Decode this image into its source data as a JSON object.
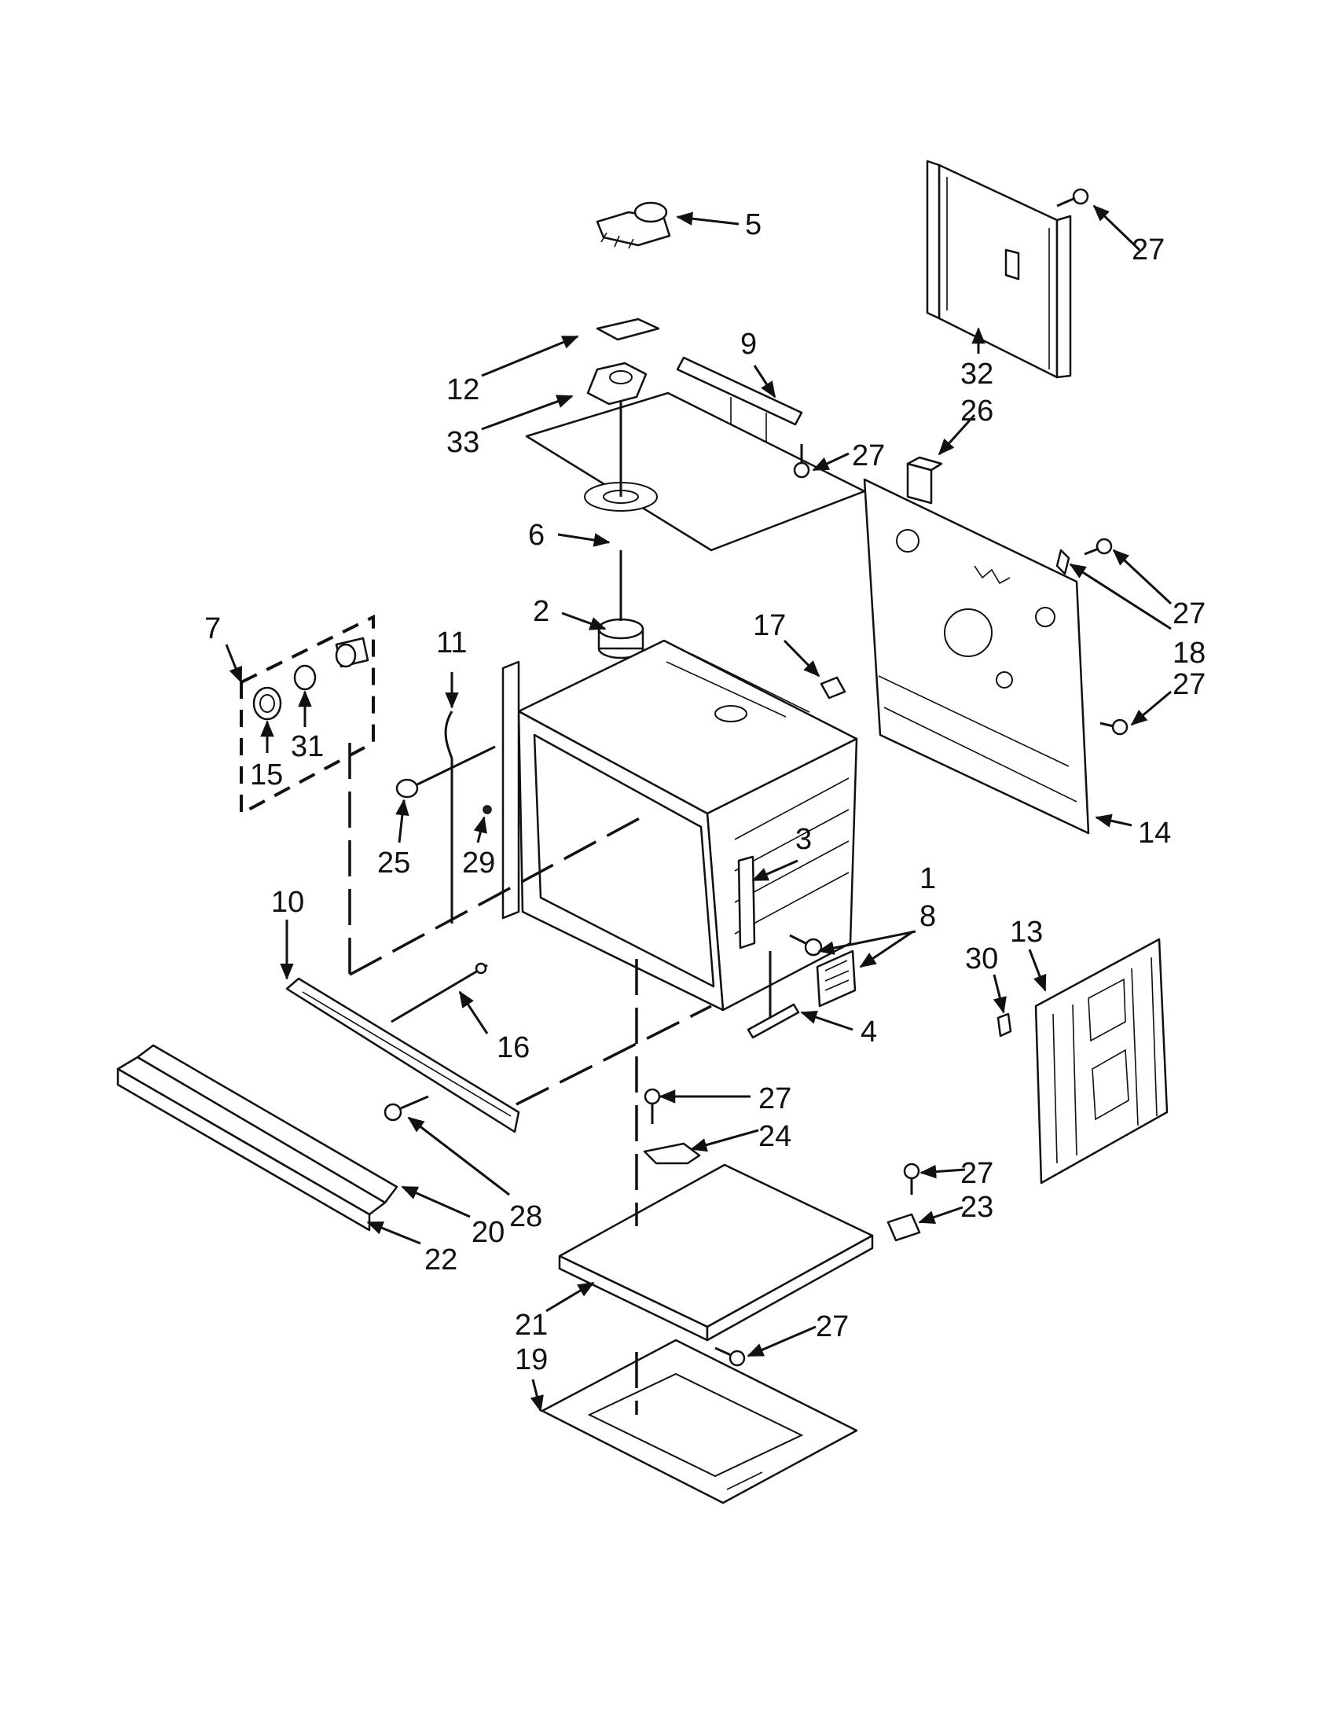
{
  "labels": {
    "l1": "1",
    "l2": "2",
    "l3": "3",
    "l4": "4",
    "l5": "5",
    "l6": "6",
    "l7": "7",
    "l8": "8",
    "l9": "9",
    "l10": "10",
    "l11": "11",
    "l12": "12",
    "l13": "13",
    "l14": "14",
    "l15": "15",
    "l16": "16",
    "l17": "17",
    "l18": "18",
    "l19": "19",
    "l20": "20",
    "l21": "21",
    "l22": "22",
    "l23": "23",
    "l24": "24",
    "l25": "25",
    "l26": "26",
    "l27": "27",
    "l28": "28",
    "l29": "29",
    "l30": "30",
    "l31": "31",
    "l32": "32",
    "l33": "33"
  },
  "colors": {
    "line": "#111111",
    "background": "#ffffff"
  }
}
